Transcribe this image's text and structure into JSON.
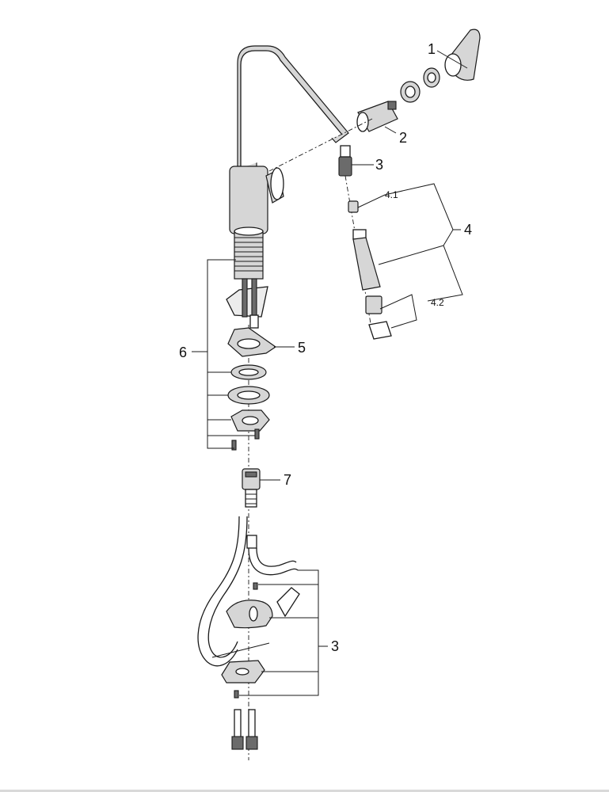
{
  "callouts": {
    "c1": "1",
    "c2": "2",
    "c3_top": "3",
    "c4": "4",
    "c4_1": "4.1",
    "c4_2": "4.2",
    "c5": "5",
    "c6": "6",
    "c7": "7",
    "c3_bottom": "3"
  }
}
